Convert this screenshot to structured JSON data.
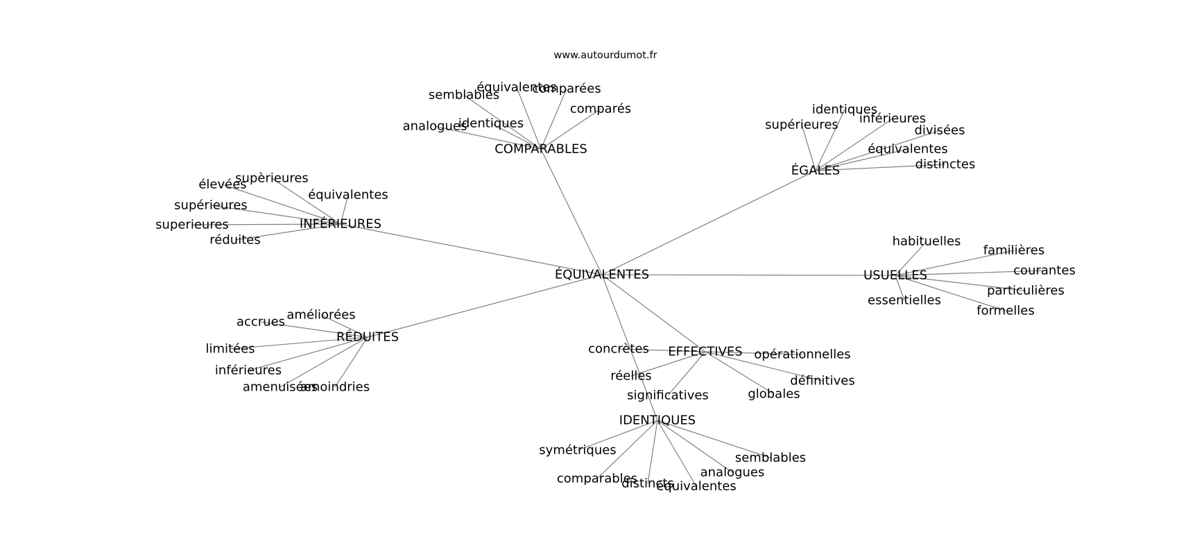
{
  "source": "www.autourdumot.fr",
  "edge_color": "#808080",
  "text_color": "#000000",
  "graph": {
    "center": "ÉQUIVALENTES",
    "hubs": [
      {
        "label": "COMPARABLES",
        "leaves": [
          "équivalentes",
          "comparées",
          "semblables",
          "comparés",
          "identiques",
          "analogues"
        ]
      },
      {
        "label": "ÉGALES",
        "leaves": [
          "identiques",
          "inférieures",
          "supérieures",
          "divisées",
          "équivalentes",
          "distinctes"
        ]
      },
      {
        "label": "INFÉRIEURES",
        "leaves": [
          "supèrieures",
          "élevées",
          "équivalentes",
          "supérieures",
          "superieures",
          "réduites"
        ]
      },
      {
        "label": "USUELLES",
        "leaves": [
          "habituelles",
          "familières",
          "courantes",
          "particulières",
          "essentielles",
          "formelles"
        ]
      },
      {
        "label": "RÉDUITES",
        "leaves": [
          "améliorées",
          "accrues",
          "limitées",
          "inférieures",
          "amenuisées",
          "amoindries"
        ]
      },
      {
        "label": "EFFECTIVES",
        "leaves": [
          "concrètes",
          "opérationnelles",
          "réelles",
          "définitives",
          "significatives",
          "globales"
        ]
      },
      {
        "label": "IDENTIQUES",
        "leaves": [
          "symétriques",
          "semblables",
          "analogues",
          "comparables",
          "distincts",
          "équivalentes"
        ]
      }
    ]
  }
}
